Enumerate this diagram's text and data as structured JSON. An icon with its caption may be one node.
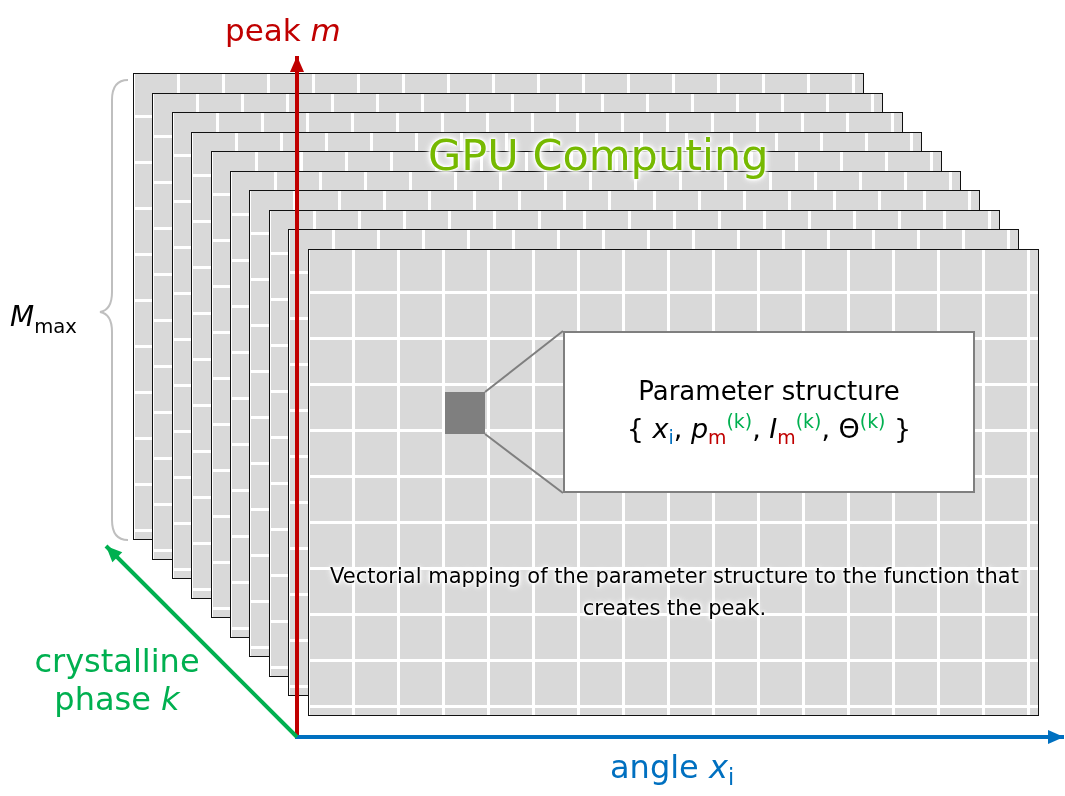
{
  "diagram": {
    "nodes": [
      {
        "text": [],
        "shape": "box"
      },
      {
        "text": [],
        "shape": "box"
      },
      {
        "text": [],
        "shape": "box"
      },
      {
        "text": [],
        "shape": "box"
      },
      {
        "text": [],
        "shape": "box"
      },
      {
        "text": [],
        "shape": "box"
      },
      {
        "text": [],
        "shape": "box"
      },
      {
        "text": [],
        "shape": "box"
      },
      {
        "text": [],
        "shape": "box"
      },
      {
        "text": [
          "Vectorial mapping of the parameter structure to the function that creates the peak."
        ]
      },
      {
        "text": [],
        "shape": "box"
      },
      {
        "text": [
          "Parameter structure",
          "{ *x*$_{i}$, *p*$_{m}$$^{(k)}$, *I*$_{m}$$^{(k)}$, Θ$^{(k)}$ }"
        ]
      }
    ],
    "edges": [
      {
        "from": 10,
        "to": 11,
        "arrow": "none"
      }
    ],
    "labels": [
      "peak *m*",
      "GPU Computing",
      "*M*$_{max}$",
      "crystalline phase *k*",
      "angle *x*$_{i}$"
    ]
  }
}
